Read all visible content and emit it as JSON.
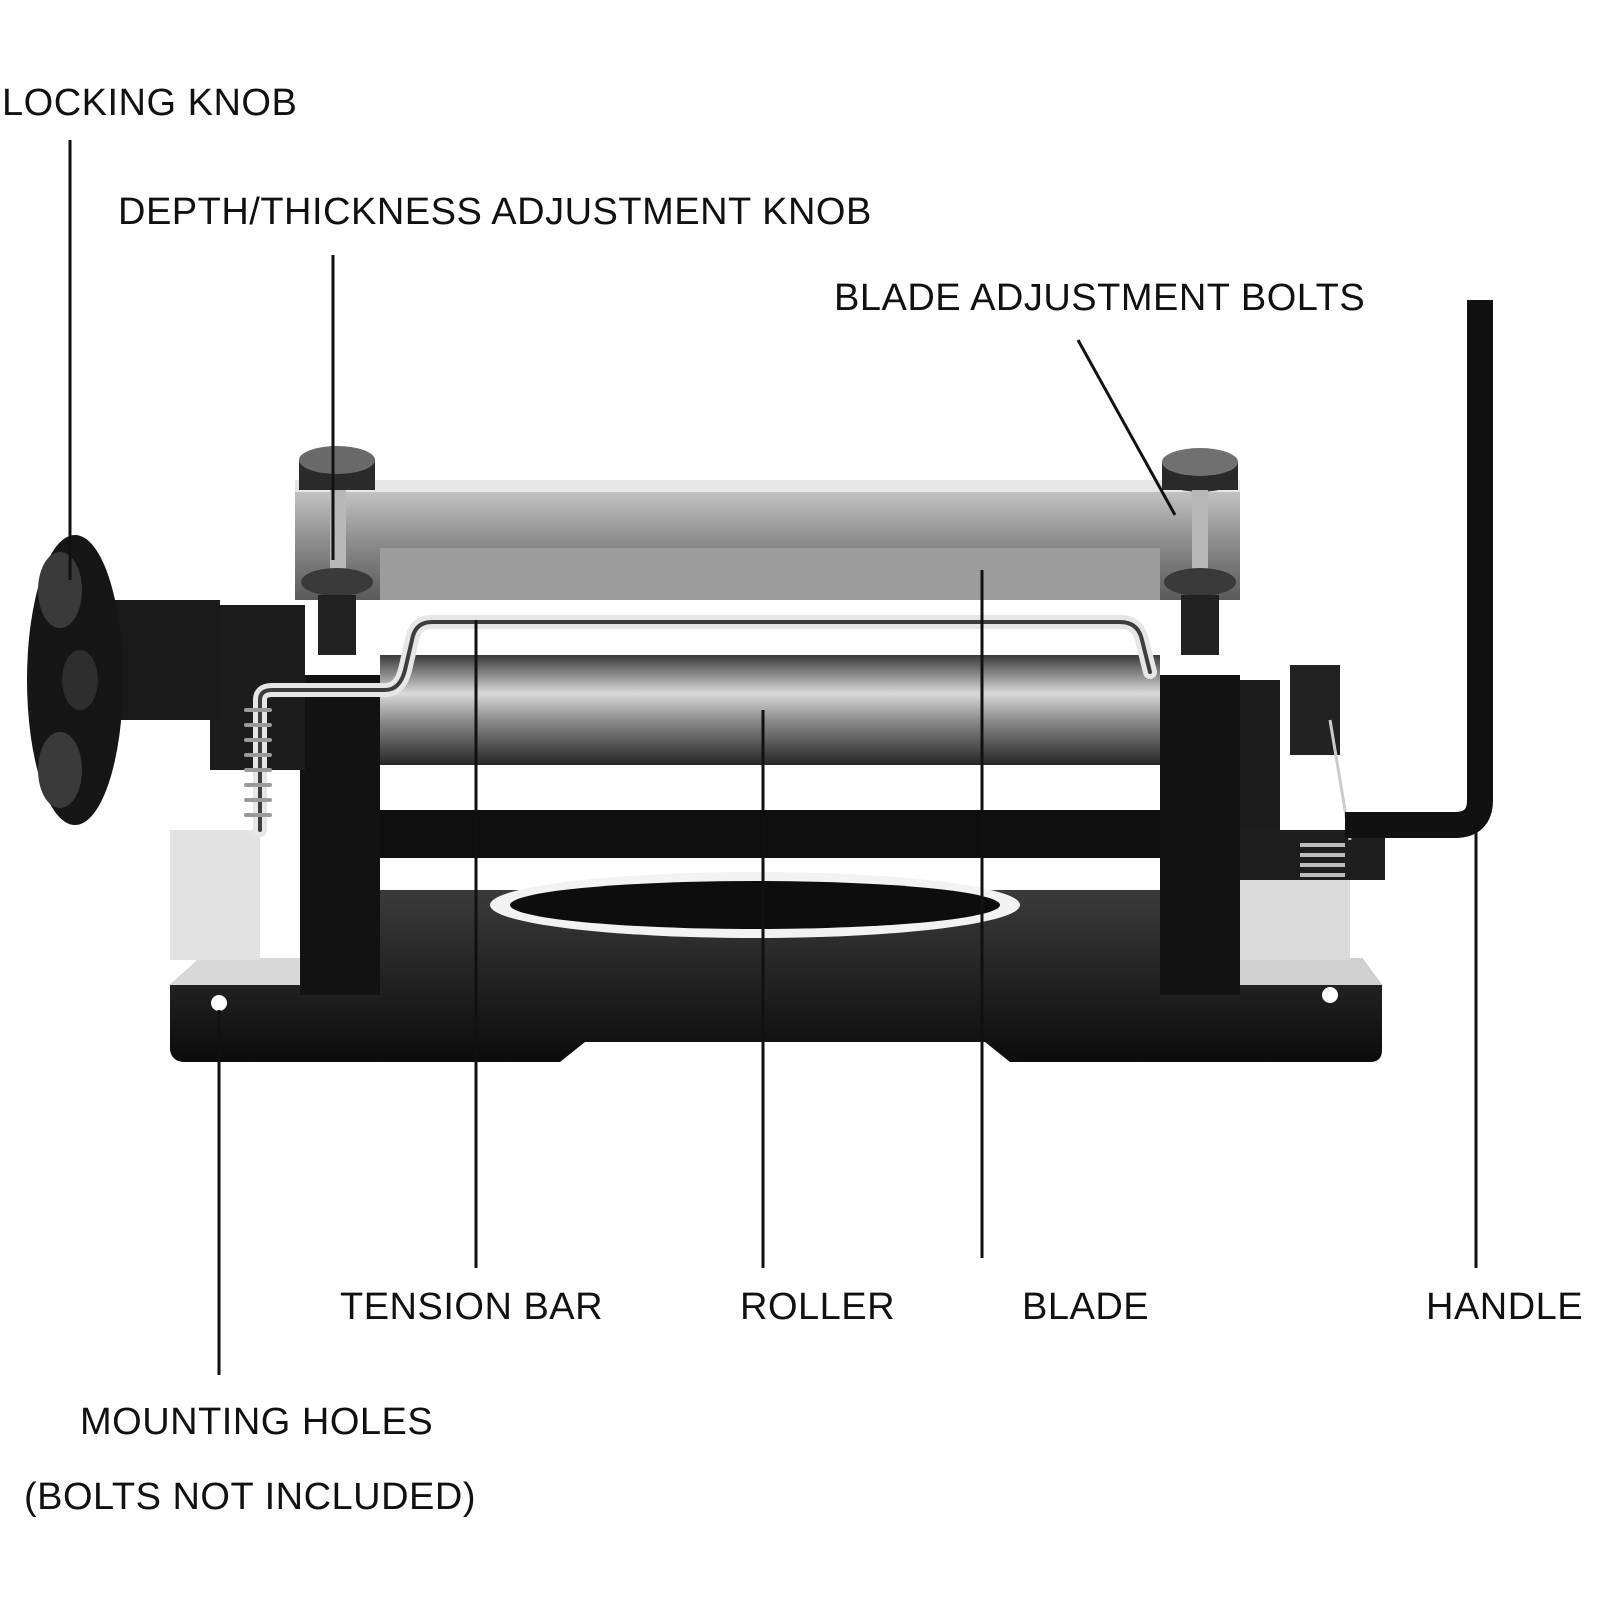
{
  "labels": {
    "locking_knob": "LOCKING KNOB",
    "depth_knob": "DEPTH/THICKNESS ADJUSTMENT KNOB",
    "blade_bolts": "BLADE ADJUSTMENT BOLTS",
    "tension_bar": "TENSION BAR",
    "roller": "ROLLER",
    "blade": "BLADE",
    "handle": "HANDLE",
    "mounting_holes": "MOUNTING HOLES",
    "bolts_note": "(BOLTS NOT INCLUDED)"
  },
  "colors": {
    "ink": "#111111",
    "metal_dark": "#1a1a1a",
    "metal_mid": "#6b6b6b",
    "metal_light": "#c8c8c8"
  }
}
